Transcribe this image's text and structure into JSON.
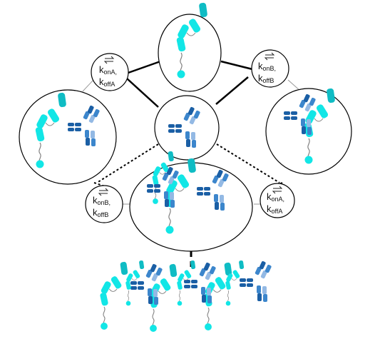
{
  "colors": {
    "cyan": "#12e6e6",
    "cyan_dark": "#0fbcc4",
    "blue_dark": "#1b5fa5",
    "blue_mid": "#3c86cc",
    "blue_light": "#93b9e4",
    "line": "#000000",
    "tether": "#808080",
    "bubble_stroke": "#000000"
  },
  "icons": {
    "equilibrium": "equilibrium-arrows-icon",
    "receptor": "cyan-tethered-receptor-icon",
    "antibody": "blue-bispecific-antibody-icon"
  },
  "rate_labels": {
    "top_left": {
      "k_on": "k",
      "k_on_sub": "onA,",
      "k_off": "k",
      "k_off_sub": "offA"
    },
    "top_right": {
      "k_on": "k",
      "k_on_sub": "onB,",
      "k_off": "k",
      "k_off_sub": "offB"
    },
    "bottom_left": {
      "k_on": "k",
      "k_on_sub": "onB,",
      "k_off": "k",
      "k_off_sub": "offB"
    },
    "bottom_right": {
      "k_on": "k",
      "k_on_sub": "onA,",
      "k_off": "k",
      "k_off_sub": "offA"
    }
  },
  "states": [
    "free-receptor",
    "free-antibody",
    "antibody-bound-via-arm-A",
    "antibody-bound-via-arm-B",
    "ternary-complex",
    "cell-surface-clustering"
  ]
}
